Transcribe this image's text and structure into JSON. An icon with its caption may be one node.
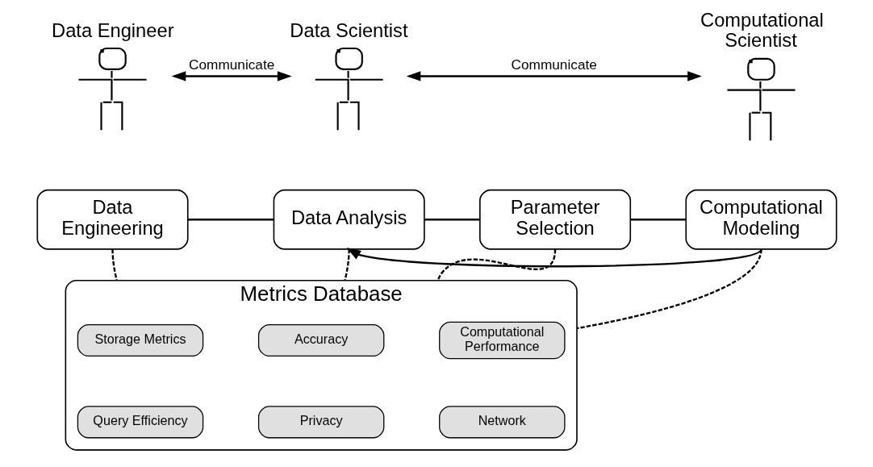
{
  "diagram": {
    "nodes": [
      {
        "text": [
          "Data Engineer"
        ]
      },
      {
        "text": [
          "Data Scientist"
        ]
      },
      {
        "text": [
          "Computational Scientist"
        ]
      },
      {
        "text": [
          "Data Engineering"
        ]
      },
      {
        "text": [
          "Data Analysis"
        ]
      },
      {
        "text": [
          "Parameter Selection"
        ]
      },
      {
        "text": [
          "Computational Modeling"
        ]
      },
      {
        "text": [
          "Metrics Database"
        ]
      },
      {
        "text": [
          "Storage Metrics"
        ],
        "in": 7
      },
      {
        "text": [
          "Accuracy"
        ],
        "in": 7
      },
      {
        "text": [
          "Computational Performance"
        ],
        "in": 7
      },
      {
        "text": [
          "Query Efficiency"
        ],
        "in": 7
      },
      {
        "text": [
          "Privacy"
        ],
        "in": 7
      },
      {
        "text": [
          "Network"
        ],
        "in": 7
      }
    ],
    "edges": [
      {
        "from": 0,
        "to": 1,
        "arrow": "both",
        "label": "Communicate"
      },
      {
        "from": 1,
        "to": 2,
        "arrow": "both",
        "label": "Communicate"
      },
      {
        "from": 3,
        "to": 4,
        "arrow": "none"
      },
      {
        "from": 4,
        "to": 5,
        "arrow": "none"
      },
      {
        "from": 5,
        "to": 6,
        "arrow": "none"
      },
      {
        "from": 6,
        "to": 4,
        "arrow": "to"
      },
      {
        "from": 3,
        "to": 7,
        "arrow": "none",
        "style": "dashed"
      },
      {
        "from": 4,
        "to": 7,
        "arrow": "none",
        "style": "dashed"
      },
      {
        "from": 5,
        "to": 7,
        "arrow": "none",
        "style": "dashed"
      },
      {
        "from": 6,
        "to": 7,
        "arrow": "none",
        "style": "dashed"
      }
    ]
  }
}
